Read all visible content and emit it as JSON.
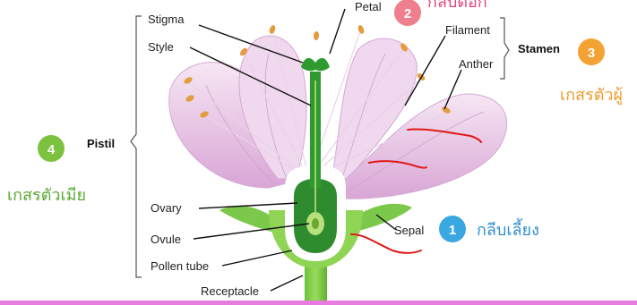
{
  "labels": {
    "stigma": "Stigma",
    "style": "Style",
    "petal": "Petal",
    "filament": "Filament",
    "stamen": "Stamen",
    "anther": "Anther",
    "pistil": "Pistil",
    "ovary": "Ovary",
    "ovule": "Ovule",
    "pollen_tube": "Pollen tube",
    "receptacle": "Receptacle",
    "sepal": "Sepal"
  },
  "badges": {
    "sepal_num": "1",
    "petal_num": "2",
    "stamen_num": "3",
    "pistil_num": "4"
  },
  "thai": {
    "sepal": "กลีบเลี้ยง",
    "petal": "กลีบดอก",
    "stamen": "เกสรตัวผู้",
    "pistil": "เกสรตัวเมีย"
  },
  "colors": {
    "badge_sepal": "#3aa8e0",
    "badge_petal": "#ef7f8c",
    "badge_stamen": "#f4a233",
    "badge_pistil": "#7cc23e",
    "thai_sepal": "#2e8fcf",
    "thai_petal": "#e6457a",
    "thai_stamen": "#f09a2a",
    "thai_pistil": "#5aa832",
    "annotation": "#e01a1a",
    "bottom_bar": "#e87be0"
  }
}
